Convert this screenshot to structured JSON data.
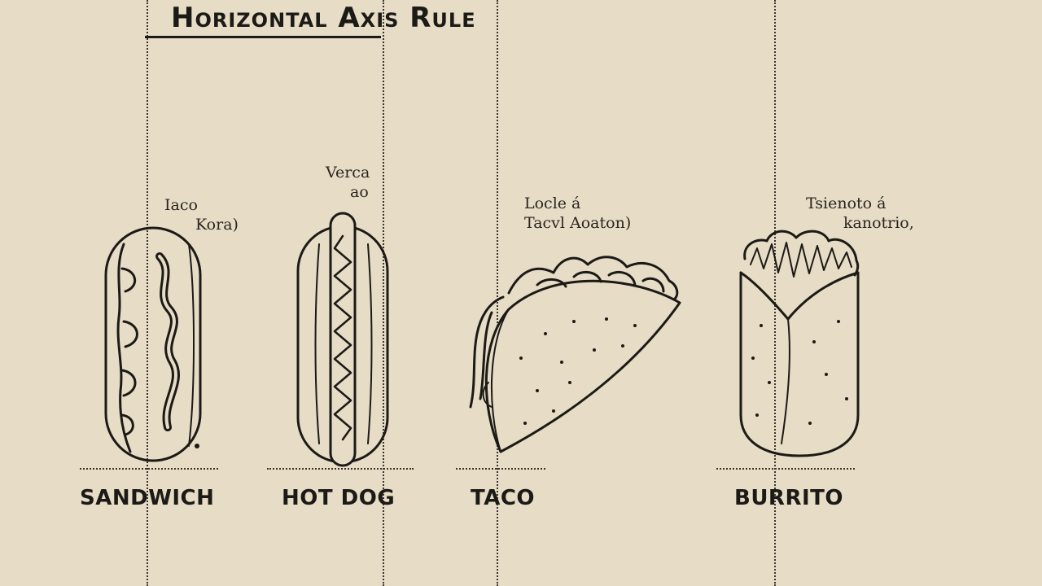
{
  "title": "Horizontal Axis Rule",
  "items": [
    {
      "label": "SANDWICH",
      "note_line1": "Iaco",
      "note_line2": "Kora)"
    },
    {
      "label": "HOT DOG",
      "note_line1": "Verca",
      "note_line2": "ao"
    },
    {
      "label": "TACO",
      "note_line1": "Locle á",
      "note_line2": "Tacvl Aoaton)"
    },
    {
      "label": "BURRITO",
      "note_line1": "Tsienoto á",
      "note_line2": "kanotrio,"
    }
  ],
  "colors": {
    "background": "#e7dcc5",
    "ink": "#1c1a17",
    "guide": "#3a342c"
  }
}
